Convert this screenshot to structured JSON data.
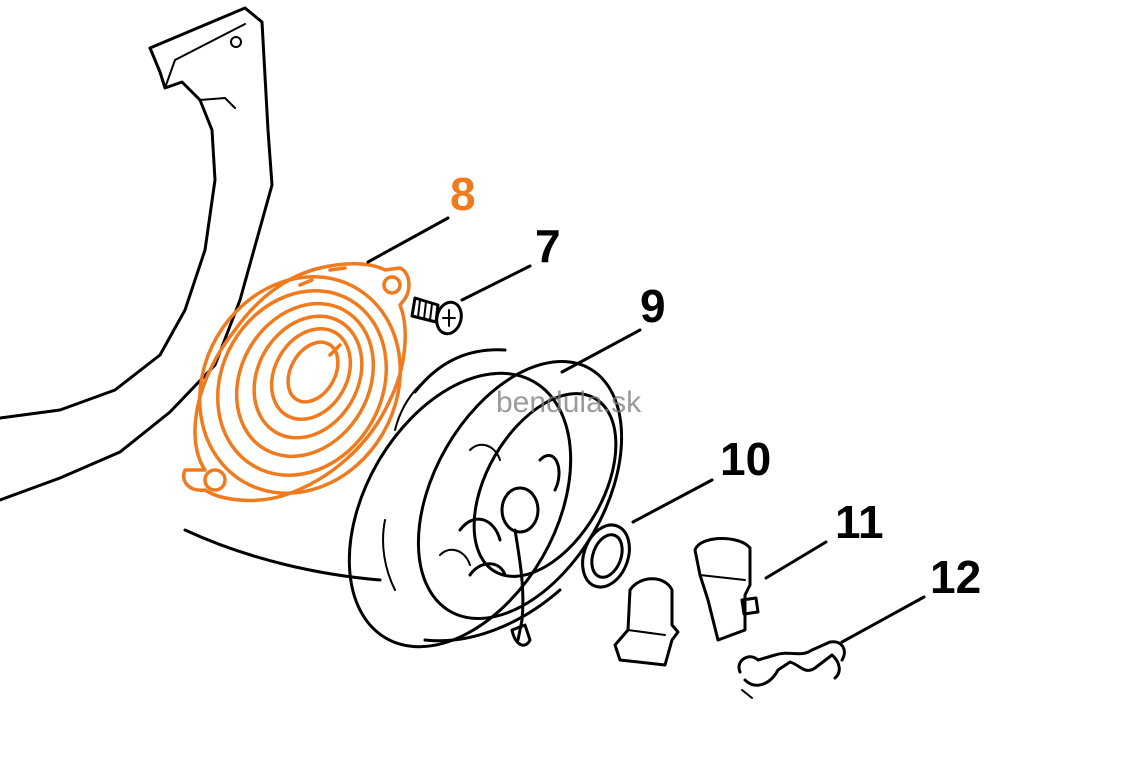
{
  "diagram": {
    "highlight_color": "#f07a1e",
    "line_color": "#000000",
    "parts": [
      {
        "id": "8",
        "label": "8",
        "highlighted": true
      },
      {
        "id": "7",
        "label": "7",
        "highlighted": false
      },
      {
        "id": "9",
        "label": "9",
        "highlighted": false
      },
      {
        "id": "10",
        "label": "10",
        "highlighted": false
      },
      {
        "id": "11",
        "label": "11",
        "highlighted": false
      },
      {
        "id": "12",
        "label": "12",
        "highlighted": false
      }
    ],
    "watermark": "bendula.sk"
  }
}
